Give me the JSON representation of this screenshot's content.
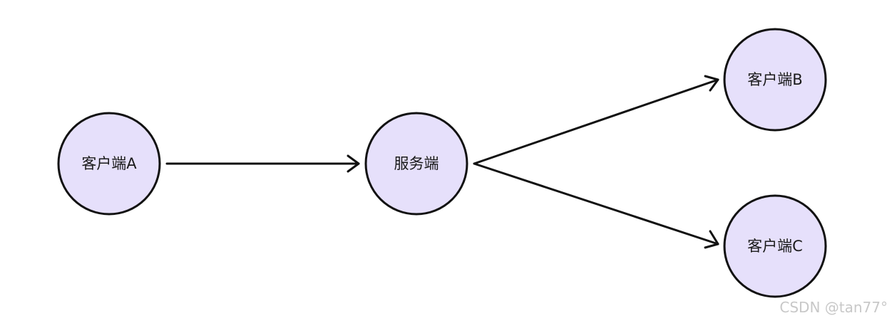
{
  "nodes": {
    "client_a": "客户端A",
    "server": "服务端",
    "client_b": "客户端B",
    "client_c": "客户端C"
  },
  "watermark": "CSDN @tan77°",
  "colors": {
    "node_fill": "#e6e0fb",
    "stroke": "#111111"
  }
}
